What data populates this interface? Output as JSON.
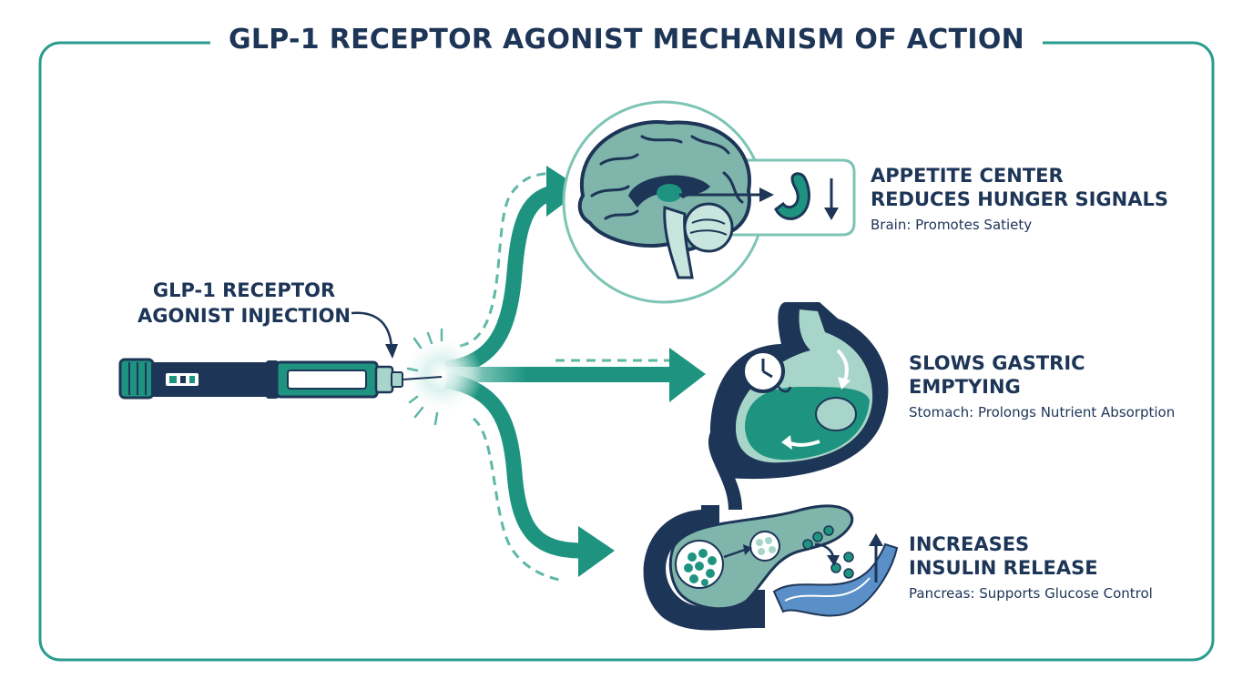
{
  "title": "GLP-1 RECEPTOR AGONIST MECHANISM OF ACTION",
  "injection": {
    "label_line1": "GLP-1 RECEPTOR",
    "label_line2": "AGONIST INJECTION"
  },
  "effects": {
    "brain": {
      "head_line1": "APPETITE CENTER",
      "head_line2": "REDUCES HUNGER SIGNALS",
      "sub": "Brain: Promotes Satiety"
    },
    "stomach": {
      "head_line1": "SLOWS GASTRIC",
      "head_line2": "EMPTYING",
      "sub": "Stomach: Prolongs Nutrient Absorption"
    },
    "pancreas": {
      "head_line1": "INCREASES",
      "head_line2": "INSULIN RELEASE",
      "sub": "Pancreas: Supports Glucose Control"
    }
  },
  "colors": {
    "navy": "#1d3557",
    "teal": "#1e9480",
    "light_teal": "#a8d5c9",
    "frame": "#2a9d8f"
  }
}
